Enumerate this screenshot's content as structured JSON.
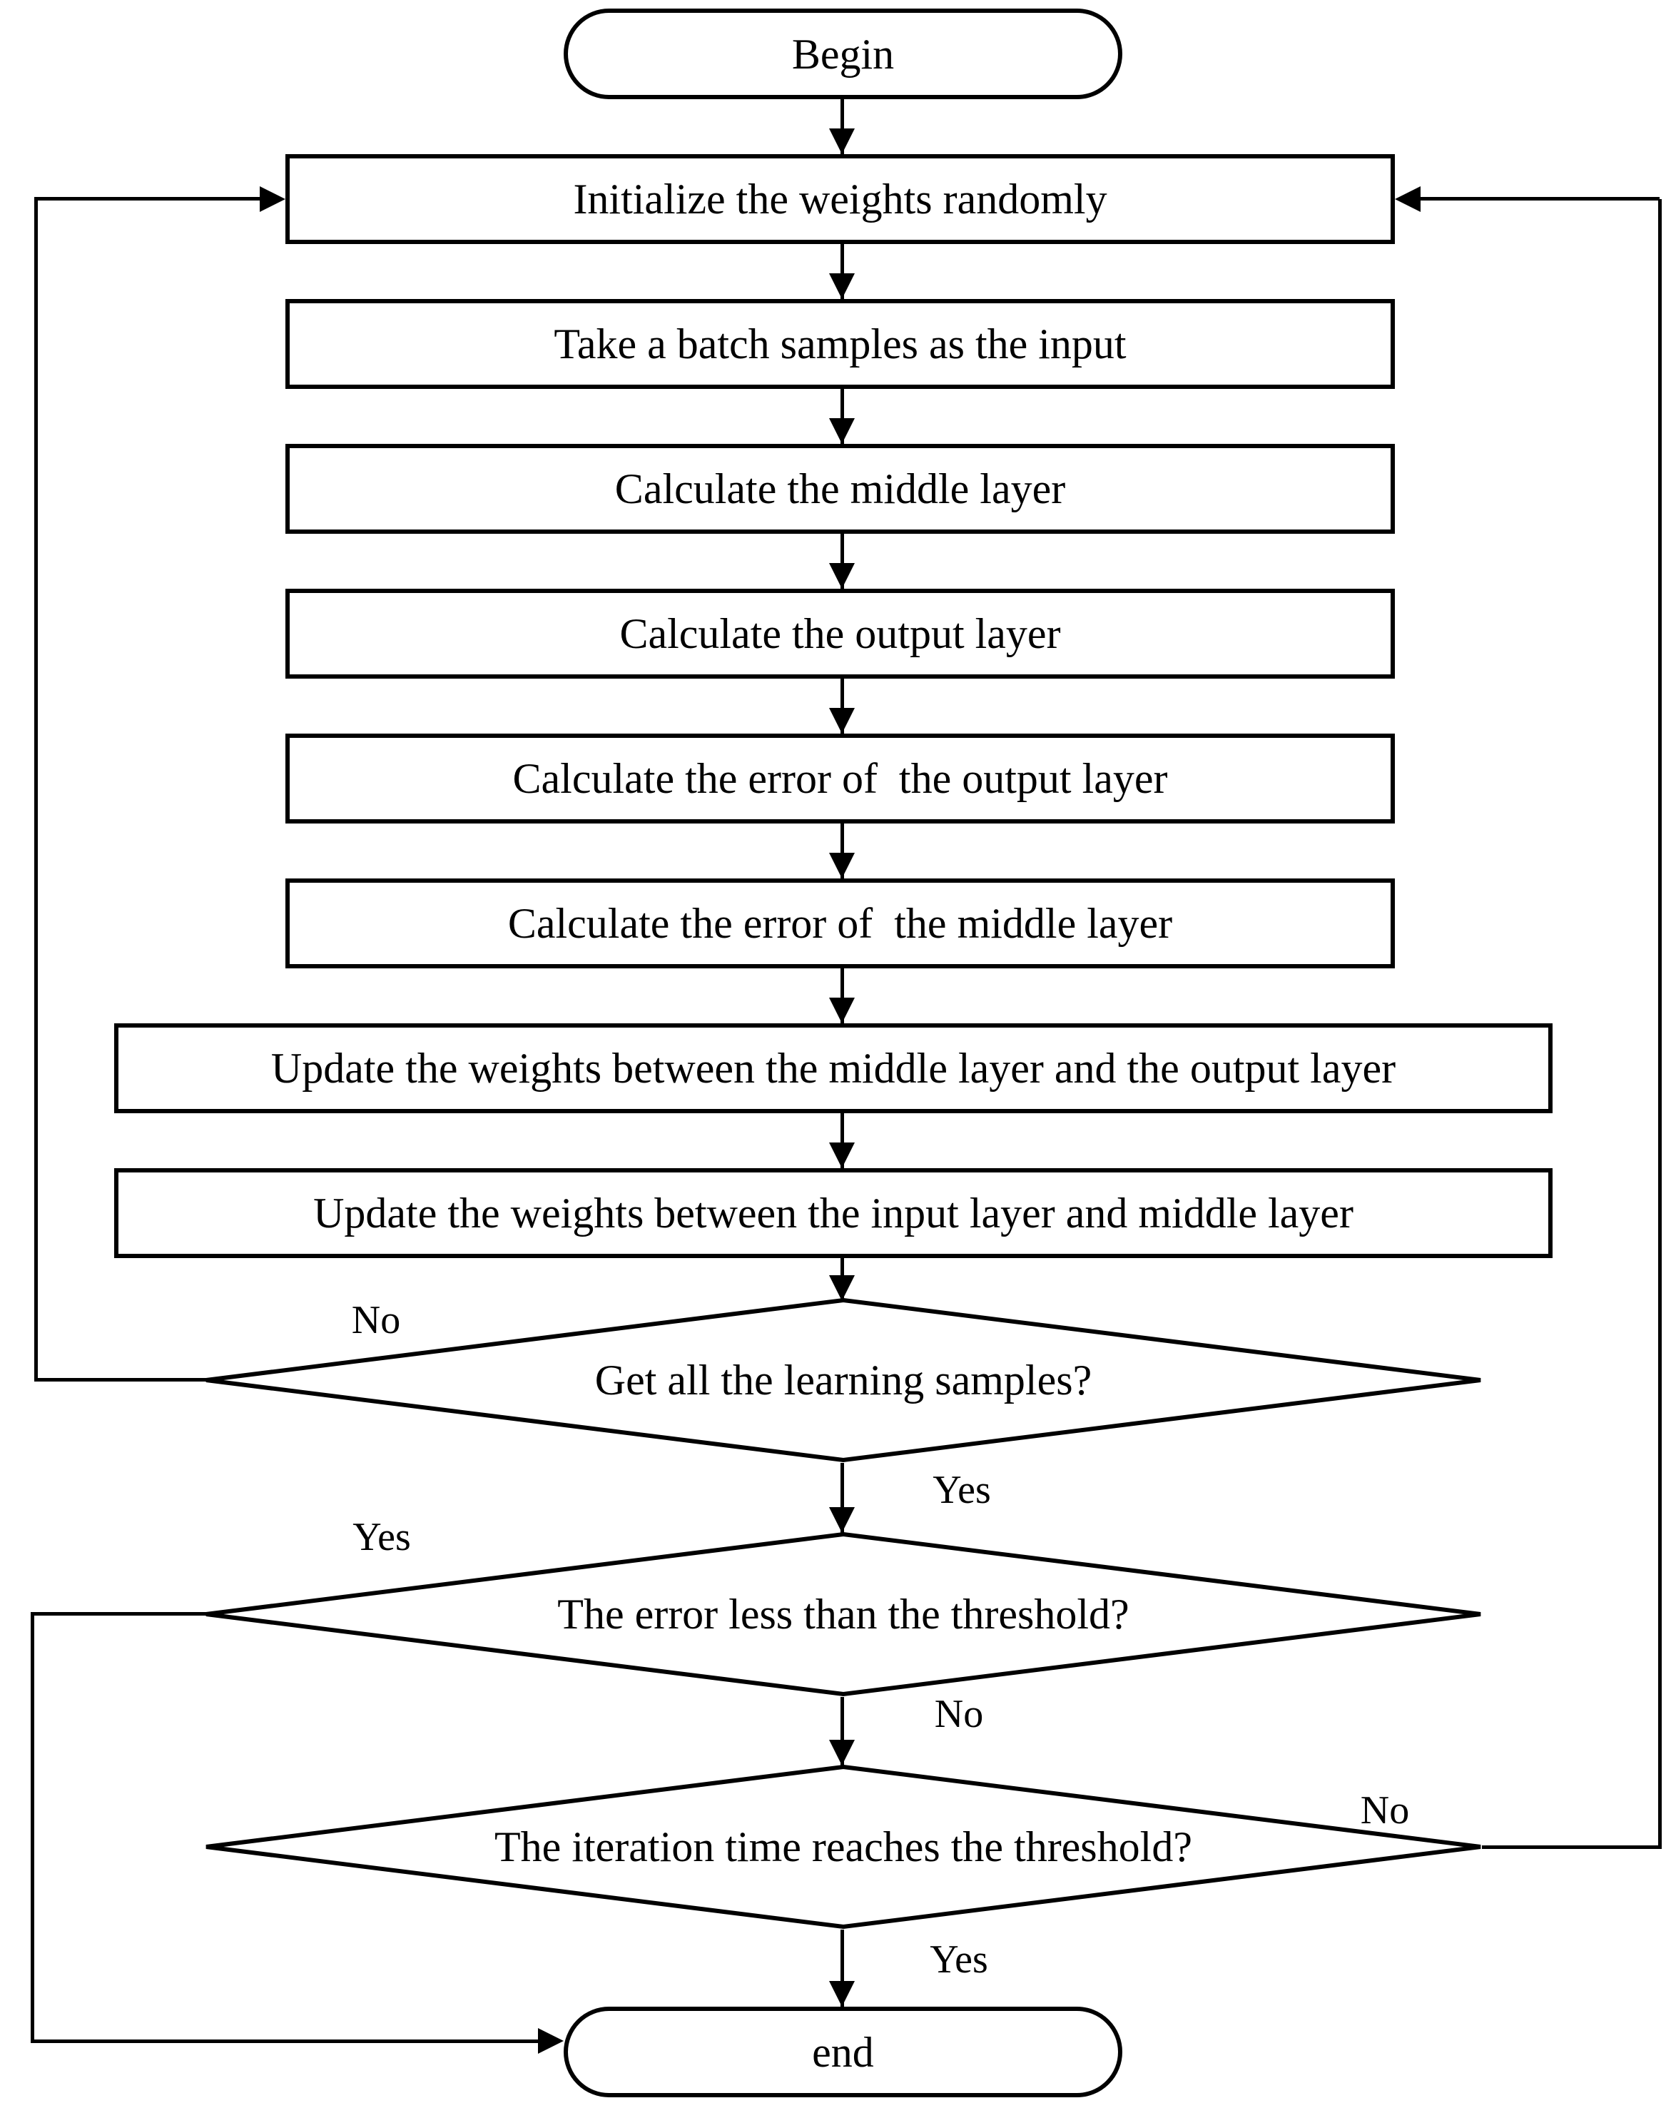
{
  "figure": {
    "background_color": "#ffffff",
    "stroke_color": "#000000",
    "description": "BP neural network training flowchart"
  },
  "nodes": {
    "begin": {
      "label": "Begin",
      "type": "terminator"
    },
    "init": {
      "label": "Initialize the weights randomly",
      "type": "process"
    },
    "take": {
      "label": "Take a batch samples as the input",
      "type": "process"
    },
    "calc_middle": {
      "label": "Calculate the middle layer",
      "type": "process"
    },
    "calc_output": {
      "label": "Calculate the output layer",
      "type": "process"
    },
    "calc_err_output": {
      "label": "Calculate the error of  the output layer",
      "type": "process"
    },
    "calc_err_middle": {
      "label": "Calculate the error of  the middle layer",
      "type": "process"
    },
    "update_mid_out": {
      "label": "Update the weights between the middle layer and the output layer",
      "type": "process"
    },
    "update_in_mid": {
      "label": "Update the weights between the input layer and middle layer",
      "type": "process"
    },
    "d_samples": {
      "label": "Get all the learning samples?",
      "type": "decision"
    },
    "d_error": {
      "label": "The error less than the threshold?",
      "type": "decision"
    },
    "d_iteration": {
      "label": "The iteration time reaches the threshold?",
      "type": "decision"
    },
    "end": {
      "label": "end",
      "type": "terminator"
    }
  },
  "edge_labels": {
    "d_samples_no": "No",
    "d_samples_yes": "Yes",
    "d_error_yes": "Yes",
    "d_error_no": "No",
    "d_iteration_no": "No",
    "d_iteration_yes": "Yes"
  }
}
